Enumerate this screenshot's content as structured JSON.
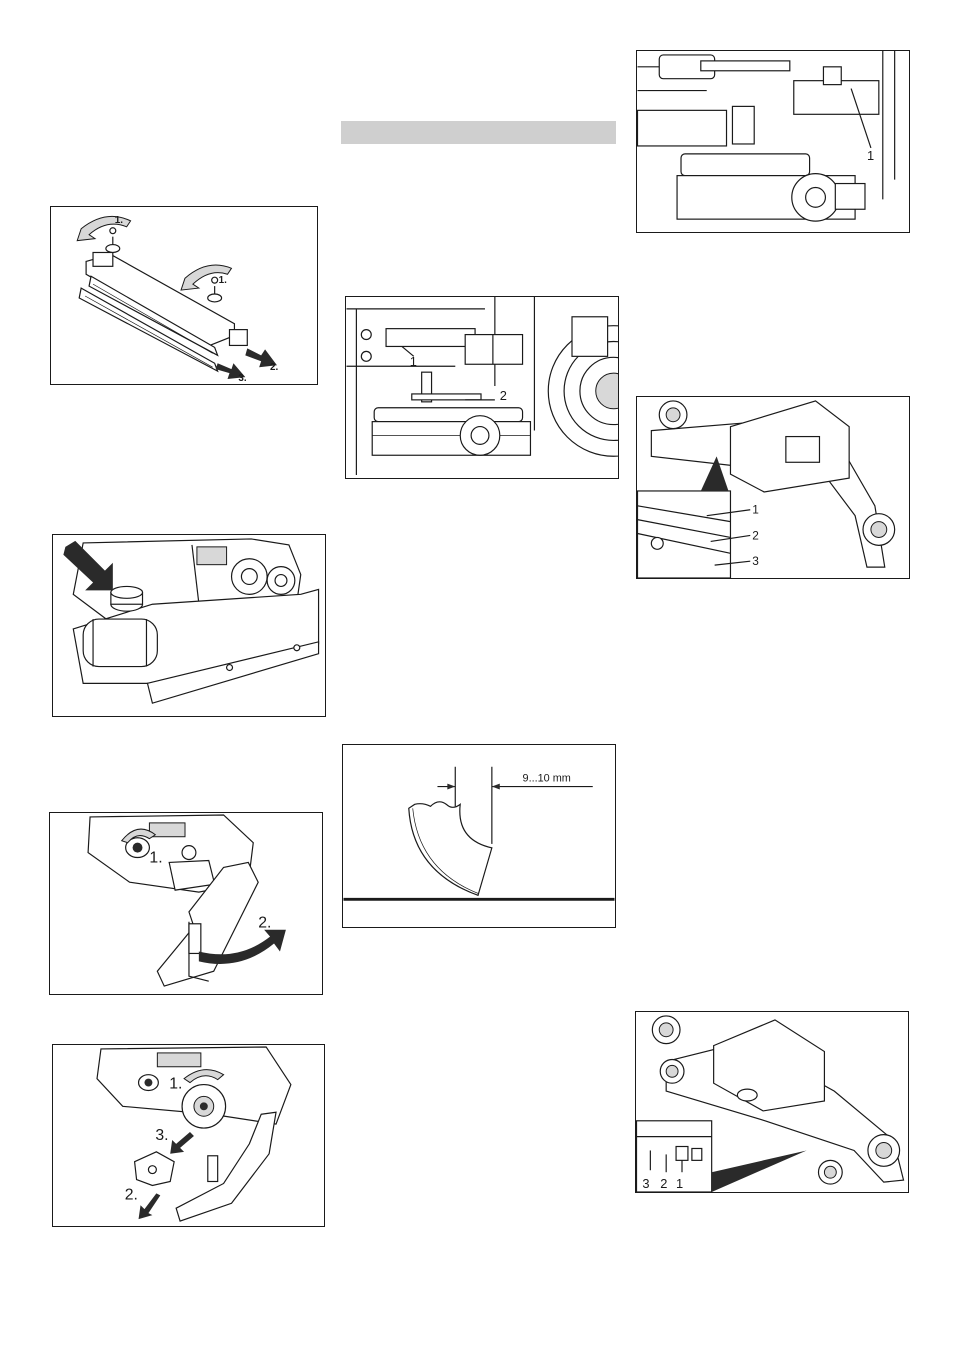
{
  "figures": [
    {
      "id": "squeegee-blade-removal",
      "callouts": [
        "1.",
        "1.",
        "2.",
        "3."
      ]
    },
    {
      "id": "squeegee-knob-detail",
      "callouts": []
    },
    {
      "id": "side-brush-cover-open",
      "callouts": [
        "1.",
        "2."
      ]
    },
    {
      "id": "side-brush-removal",
      "callouts": [
        "1.",
        "3.",
        "2."
      ]
    },
    {
      "id": "brush-head-adjust-1",
      "callouts": [
        "1",
        "2"
      ]
    },
    {
      "id": "blade-deflection",
      "callouts": [
        "9...10 mm"
      ]
    },
    {
      "id": "brush-head-adjust-2",
      "callouts": [
        "1"
      ]
    },
    {
      "id": "squeegee-blades-front",
      "callouts": [
        "1",
        "2",
        "3"
      ]
    },
    {
      "id": "squeegee-blades-rear",
      "callouts": [
        "3",
        "2",
        "1"
      ]
    }
  ],
  "section_header": {
    "text": ""
  }
}
